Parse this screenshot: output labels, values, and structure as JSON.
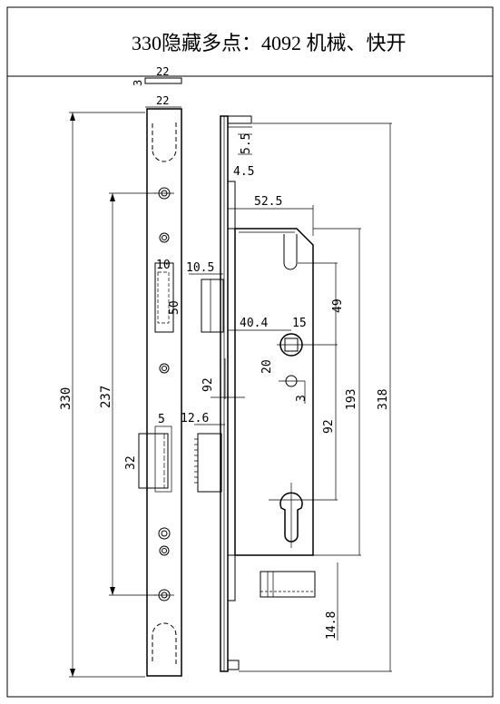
{
  "title": "330隐藏多点：4092 机械、快开",
  "dims": {
    "top_plate_width": "22",
    "top_plate_thickness": "3",
    "faceplate_width": "22",
    "total_length": "330",
    "screw_span": "237",
    "dim_10": "10",
    "dim_50": "50",
    "dim_5": "5",
    "dim_32": "32",
    "dim_5_5": "5.5",
    "dim_4_5": "4.5",
    "dim_52_5": "52.5",
    "dim_10_5": "10.5",
    "dim_40_4": "40.4",
    "dim_15": "15",
    "dim_49": "49",
    "dim_20": "20",
    "dim_3": "3",
    "dim_92_a": "92",
    "dim_12_6": "12.6",
    "dim_193": "193",
    "dim_92_b": "92",
    "dim_318": "318",
    "dim_14_8": "14.8"
  }
}
